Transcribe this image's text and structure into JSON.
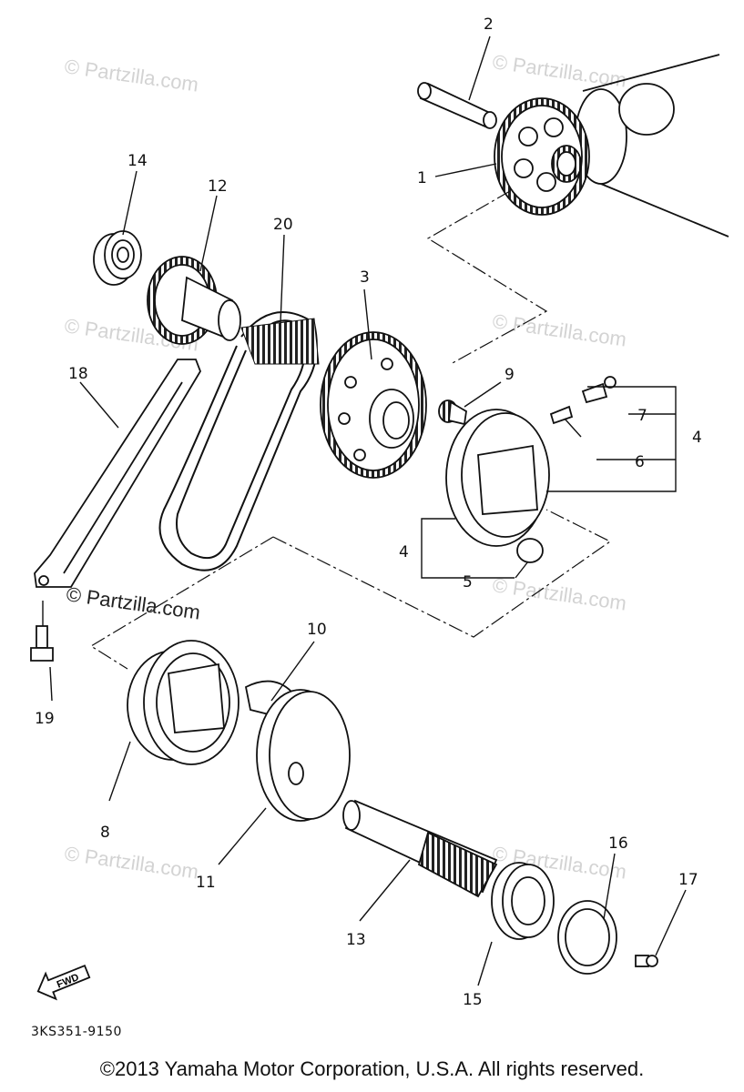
{
  "watermark": {
    "text": "© Partzilla.com",
    "color": "#d3d3d3"
  },
  "callouts": {
    "c1": "1",
    "c2": "2",
    "c3": "3",
    "c4a": "4",
    "c4b": "4",
    "c5": "5",
    "c6": "6",
    "c7": "7",
    "c8": "8",
    "c9": "9",
    "c10": "10",
    "c11": "11",
    "c12": "12",
    "c13": "13",
    "c14": "14",
    "c15": "15",
    "c16": "16",
    "c17": "17",
    "c18": "18",
    "c19": "19",
    "c20": "20"
  },
  "fwd_label": "FWD",
  "part_code": "3KS351-9150",
  "copyright": "©2013 Yamaha Motor Corporation, U.S.A. All rights reserved."
}
